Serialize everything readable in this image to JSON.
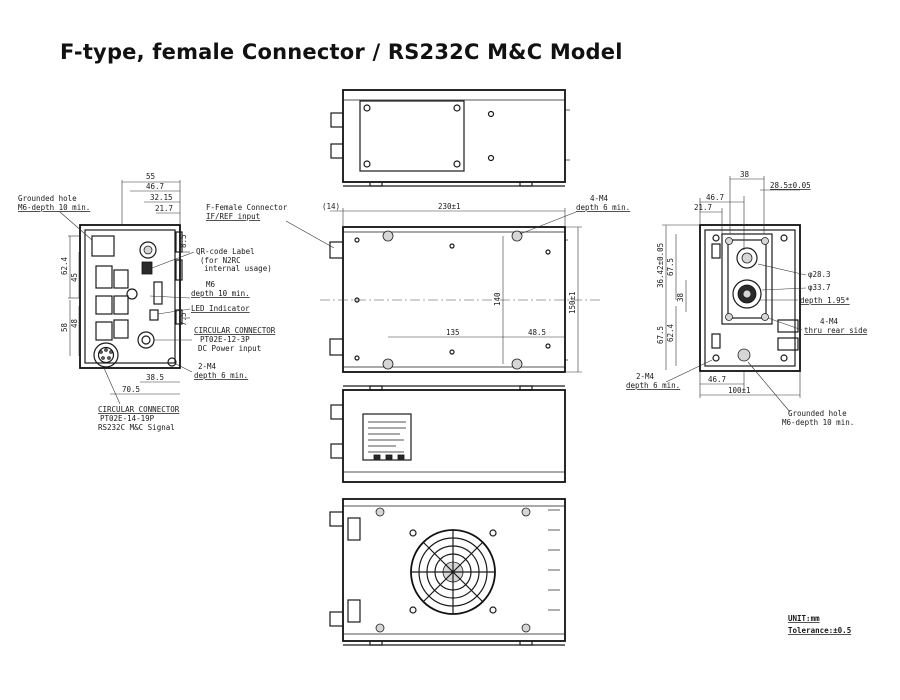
{
  "title": "F-type, female Connector / RS232C M&C Model",
  "left_view": {
    "grounded_hole": [
      "Grounded hole",
      "M6-depth 10 min."
    ],
    "circular_bottom": [
      "CIRCULAR CONNECTOR",
      "PT02E-14-19P",
      "RS232C M&C Signal"
    ],
    "qr_label": [
      "QR-code Label",
      "(for N2RC",
      "internal usage)"
    ],
    "m6": [
      "M6",
      "depth 10 min."
    ],
    "led": "LED Indicator",
    "circular_side": [
      "CIRCULAR CONNECTOR",
      "PT02E-12-3P",
      "DC Power input"
    ],
    "m4_side": [
      "2-M4",
      "depth 6 min."
    ],
    "dims": {
      "d55": "55",
      "d46_7": "46.7",
      "d32_15": "32.15",
      "d21_7": "21.7",
      "d62_4": "62.4",
      "d45": "45",
      "d58": "58",
      "d48": "48",
      "d8_5": "8.5",
      "d7_5": "7.5",
      "d38_5": "38.5",
      "d70_5": "70.5"
    }
  },
  "center_view": {
    "f_female": [
      "F-Female Connector",
      "IF/REF input"
    ],
    "m4_top": [
      "4-M4",
      "depth 6 min."
    ],
    "dims": {
      "d14": "(14)",
      "d230": "230±1",
      "d140": "140",
      "d150": "150±1",
      "d135": "135",
      "d48_5": "48.5"
    }
  },
  "right_view": {
    "dia28": "φ28.3",
    "dia33": "φ33.7",
    "depth": "depth 1.95*&#8203;",
    "m4_rear": [
      "4-M4",
      "thru rear side"
    ],
    "m4_bottom": [
      "2-M4",
      "depth 6 min."
    ],
    "grounded_hole": [
      "Grounded hole",
      "M6-depth 10 min."
    ],
    "dims": {
      "d38": "38",
      "d28_5": "28.5±0.05",
      "d46_7": "46.7",
      "d21_7": "21.7",
      "d36_42": "36.42±0.05",
      "d67_5": "67.5",
      "d38v": "38",
      "d67_5b": "67.5",
      "d62_4": "62.4",
      "d46_7b": "46.7",
      "d100": "100±1"
    }
  },
  "notes": {
    "unit": "UNIT:mm",
    "tolerance": "Tolerance:±0.5"
  }
}
